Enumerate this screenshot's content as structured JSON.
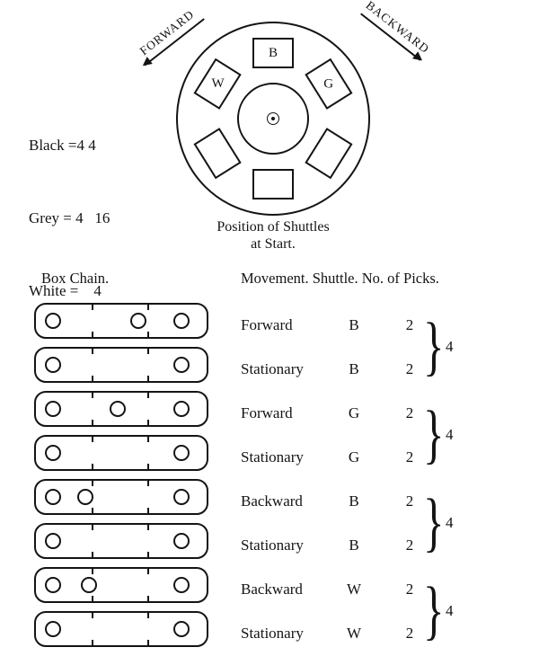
{
  "color_key": {
    "lines": [
      "Black =4 4",
      "Grey = 4   16",
      "White =    4"
    ]
  },
  "wheel": {
    "forward_label": "FORWARD",
    "backward_label": "BACKWARD",
    "caption_line1": "Position of Shuttles",
    "caption_line2": "at Start.",
    "boxes": [
      {
        "label": "B",
        "angle_deg": 0
      },
      {
        "label": "G",
        "angle_deg": 58
      },
      {
        "label": "",
        "angle_deg": 122
      },
      {
        "label": "",
        "angle_deg": 180
      },
      {
        "label": "",
        "angle_deg": -122
      },
      {
        "label": "W",
        "angle_deg": -58
      }
    ]
  },
  "box_chain": {
    "title": "Box Chain.",
    "tick_positions": [
      0.33,
      0.66
    ],
    "lags": [
      {
        "holes": [
          0.1,
          0.6,
          0.85
        ]
      },
      {
        "holes": [
          0.1,
          0.85
        ]
      },
      {
        "holes": [
          0.1,
          0.48,
          0.85
        ]
      },
      {
        "holes": [
          0.1,
          0.85
        ]
      },
      {
        "holes": [
          0.1,
          0.29,
          0.85
        ]
      },
      {
        "holes": [
          0.1,
          0.85
        ]
      },
      {
        "holes": [
          0.1,
          0.31,
          0.85
        ]
      },
      {
        "holes": [
          0.1,
          0.85
        ]
      }
    ]
  },
  "table": {
    "header": "Movement. Shuttle. No. of Picks.",
    "brace_glyph": "}",
    "rows": [
      {
        "movement": "Forward",
        "shuttle": "B",
        "picks": "2"
      },
      {
        "movement": "Stationary",
        "shuttle": "B",
        "picks": "2"
      },
      {
        "movement": "Forward",
        "shuttle": "G",
        "picks": "2"
      },
      {
        "movement": "Stationary",
        "shuttle": "G",
        "picks": "2"
      },
      {
        "movement": "Backward",
        "shuttle": "B",
        "picks": "2"
      },
      {
        "movement": "Stationary",
        "shuttle": "B",
        "picks": "2"
      },
      {
        "movement": "Backward",
        "shuttle": "W",
        "picks": "2"
      },
      {
        "movement": "Stationary",
        "shuttle": "W",
        "picks": "2"
      }
    ],
    "groups": [
      {
        "total": "4"
      },
      {
        "total": "4"
      },
      {
        "total": "4"
      },
      {
        "total": "4"
      }
    ]
  }
}
